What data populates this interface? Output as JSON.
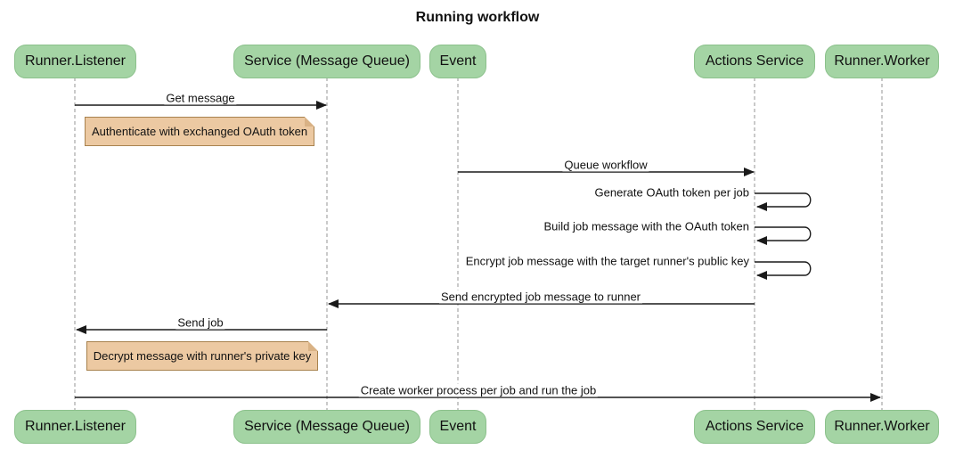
{
  "title": "Running workflow",
  "participants": [
    {
      "name": "Runner.Listener"
    },
    {
      "name": "Service (Message Queue)"
    },
    {
      "name": "Event"
    },
    {
      "name": "Actions Service"
    },
    {
      "name": "Runner.Worker"
    }
  ],
  "messages": [
    {
      "label": "Get message",
      "from": "Runner.Listener",
      "to": "Service (Message Queue)",
      "direction": "right"
    },
    {
      "label": "Queue workflow",
      "from": "Event",
      "to": "Actions Service",
      "direction": "right"
    },
    {
      "label": "Generate OAuth token per job",
      "from": "Actions Service",
      "to": "Actions Service",
      "direction": "self"
    },
    {
      "label": "Build job message with the OAuth token",
      "from": "Actions Service",
      "to": "Actions Service",
      "direction": "self"
    },
    {
      "label": "Encrypt job message with the target runner's public key",
      "from": "Actions Service",
      "to": "Actions Service",
      "direction": "self"
    },
    {
      "label": "Send encrypted job message to runner",
      "from": "Actions Service",
      "to": "Service (Message Queue)",
      "direction": "left"
    },
    {
      "label": "Send job",
      "from": "Service (Message Queue)",
      "to": "Runner.Listener",
      "direction": "left"
    },
    {
      "label": "Create worker process per job and run the job",
      "from": "Runner.Listener",
      "to": "Runner.Worker",
      "direction": "right"
    }
  ],
  "notes": [
    {
      "text": "Authenticate with exchanged OAuth token",
      "position": "right of Runner.Listener"
    },
    {
      "text": "Decrypt message with runner's private key",
      "position": "right of Runner.Listener"
    }
  ],
  "colors": {
    "actor-fill": "#a4d4a4",
    "actor-border": "#8cc18c",
    "note-fill": "#ecc9a2",
    "note-border": "#a8824e",
    "lifeline": "#a6a6a6",
    "line": "#1a1a1a"
  }
}
